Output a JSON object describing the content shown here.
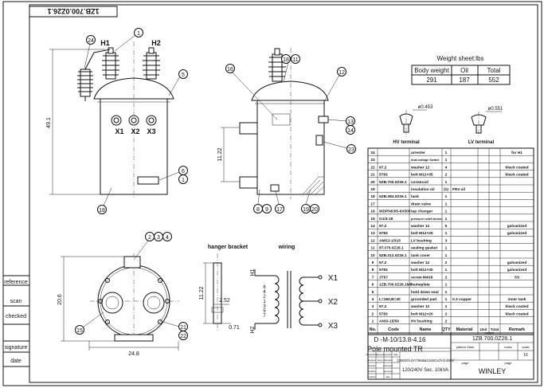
{
  "top_code": "1ZB.700.0Z26.1",
  "front_view": {
    "terminals": [
      "H1",
      "H2"
    ],
    "lv_terminals": [
      "X1",
      "X2",
      "X3"
    ],
    "dim_height": "49.1",
    "balloons": [
      "24",
      "1",
      "5",
      "6",
      "1",
      "18"
    ]
  },
  "side_view": {
    "dim_height": "11.22",
    "balloons_top": [
      "16",
      "18",
      "11",
      "12",
      "13",
      "14",
      "23"
    ],
    "balloons_bottom": [
      "8",
      "9",
      "17",
      "19",
      "20"
    ]
  },
  "bottom_view": {
    "balloons": [
      "2",
      "3",
      "4",
      "15",
      "21",
      "22"
    ],
    "dim_width": "24.8",
    "dim_depth": "20.6"
  },
  "hanger_bracket": {
    "title": "hanger bracket",
    "dims": [
      "11.22",
      "2.52",
      "0.71"
    ]
  },
  "wiring": {
    "title": "wiring",
    "hv_labels": [
      "H1",
      "H2"
    ],
    "lv_labels": [
      "X1",
      "X2",
      "X3"
    ],
    "taps": [
      "6",
      "4",
      "2",
      "1",
      "3",
      "5",
      "7"
    ]
  },
  "weight_sheet": {
    "title": "Weight sheet:lbs",
    "headers": [
      "Body weight",
      "Oil",
      "Total"
    ],
    "values": [
      "291",
      "187",
      "552"
    ]
  },
  "terminals_detail": {
    "hv_label": "HV terminal",
    "lv_label": "LV terminal",
    "hv_dim": "ø0.453",
    "lv_dim": "ø0.551"
  },
  "left_margin": [
    "reference",
    "scan",
    "checked",
    "signature",
    "date"
  ],
  "bom": {
    "headers": [
      "No.",
      "Code",
      "Name",
      "QTY",
      "Material",
      "Unit",
      "Total",
      "Remark"
    ],
    "weight_header": "weight",
    "rows": [
      [
        "24",
        "",
        "arrester",
        "1",
        "",
        "",
        "",
        "for H1"
      ],
      [
        "23",
        "",
        "dual voltage Switch",
        "1",
        "",
        "",
        "",
        ""
      ],
      [
        "22",
        "97.2",
        "washer 12",
        "4",
        "",
        "",
        "",
        "black coated"
      ],
      [
        "21",
        "5783",
        "bolt M12×35",
        "2",
        "",
        "",
        "",
        "black coated"
      ],
      [
        "20",
        "5ZB.700.0Z26.1",
        "core&coil",
        "1",
        "",
        "",
        "",
        ""
      ],
      [
        "19",
        "",
        "insulation oil",
        "(1)",
        "FR3 oil",
        "",
        "",
        ""
      ],
      [
        "18",
        "5ZB.384.0Z26.1",
        "tank",
        "1",
        "",
        "",
        "",
        ""
      ],
      [
        "17",
        "",
        "drain valve",
        "1",
        "",
        "",
        "",
        ""
      ],
      [
        "16",
        "WDPN63/5-6X505",
        "tap changer",
        "1",
        "",
        "",
        "",
        ""
      ],
      [
        "15",
        "G1/4-18",
        "pressure relief device",
        "1",
        "",
        "",
        "",
        ""
      ],
      [
        "14",
        "97.2",
        "washer 12",
        "5",
        "",
        "",
        "",
        "galvanized"
      ],
      [
        "13",
        "5783",
        "bolt M12×25",
        "1",
        "",
        "",
        "",
        "galvanized"
      ],
      [
        "12",
        "AMSJ-1/315",
        "LV bushing",
        "3",
        "",
        "",
        "",
        ""
      ],
      [
        "11",
        "8T.370.0Z26.1",
        "sealing gasket",
        "1",
        "",
        "",
        "",
        ""
      ],
      [
        "10",
        "5ZB.312.0Z26.1",
        "tank cover",
        "1",
        "",
        "",
        "",
        ""
      ],
      [
        "9",
        "97.2",
        "washer 12",
        "2",
        "",
        "",
        "",
        "galvanized"
      ],
      [
        "8",
        "5783",
        "bolt M12×30",
        "1",
        "",
        "",
        "",
        "galvanized"
      ],
      [
        "7",
        "JT67",
        "screw M4X6",
        "2",
        "",
        "",
        "",
        "SS"
      ],
      [
        "6",
        "1ZB.700.0Z26.1MP",
        "nameplate",
        "1",
        "",
        "",
        "",
        ""
      ],
      [
        "5",
        "",
        "hold down seal",
        "1",
        "",
        "",
        "",
        ""
      ],
      [
        "4",
        "L=180,B=30",
        "grounded pad",
        "1",
        "0.3 copper",
        "",
        "",
        "inner tank"
      ],
      [
        "3",
        "97.2",
        "washer 12",
        "1",
        "",
        "",
        "",
        "black coated"
      ],
      [
        "2",
        "5783",
        "bolt M12×20",
        "2",
        "",
        "",
        "",
        "black coated"
      ],
      [
        "1",
        "ANSI-15/50",
        "HV bushing",
        "2",
        "",
        "",
        "",
        ""
      ]
    ]
  },
  "title_block": {
    "name_line1": "D -M-10/13.8-4.16",
    "name_line2": "Pole mounted TR",
    "drawing_no": "1ZB.700.0Z26.1",
    "spec_line1": "13800GrdY/7968&4160GrdY/2400V",
    "spec_line2": "120/240V Sec. 10kVA",
    "company": "WINLEY",
    "cells": [
      "pattern Mark",
      "mass",
      "scale",
      "page",
      "page"
    ],
    "scale_value": "16",
    "roles": [
      "standardizer",
      "revision",
      "signature",
      "date",
      "designer",
      "Kang",
      "Standard",
      "checker",
      "examined",
      "drafted",
      "approved",
      "crafted",
      "date"
    ]
  }
}
